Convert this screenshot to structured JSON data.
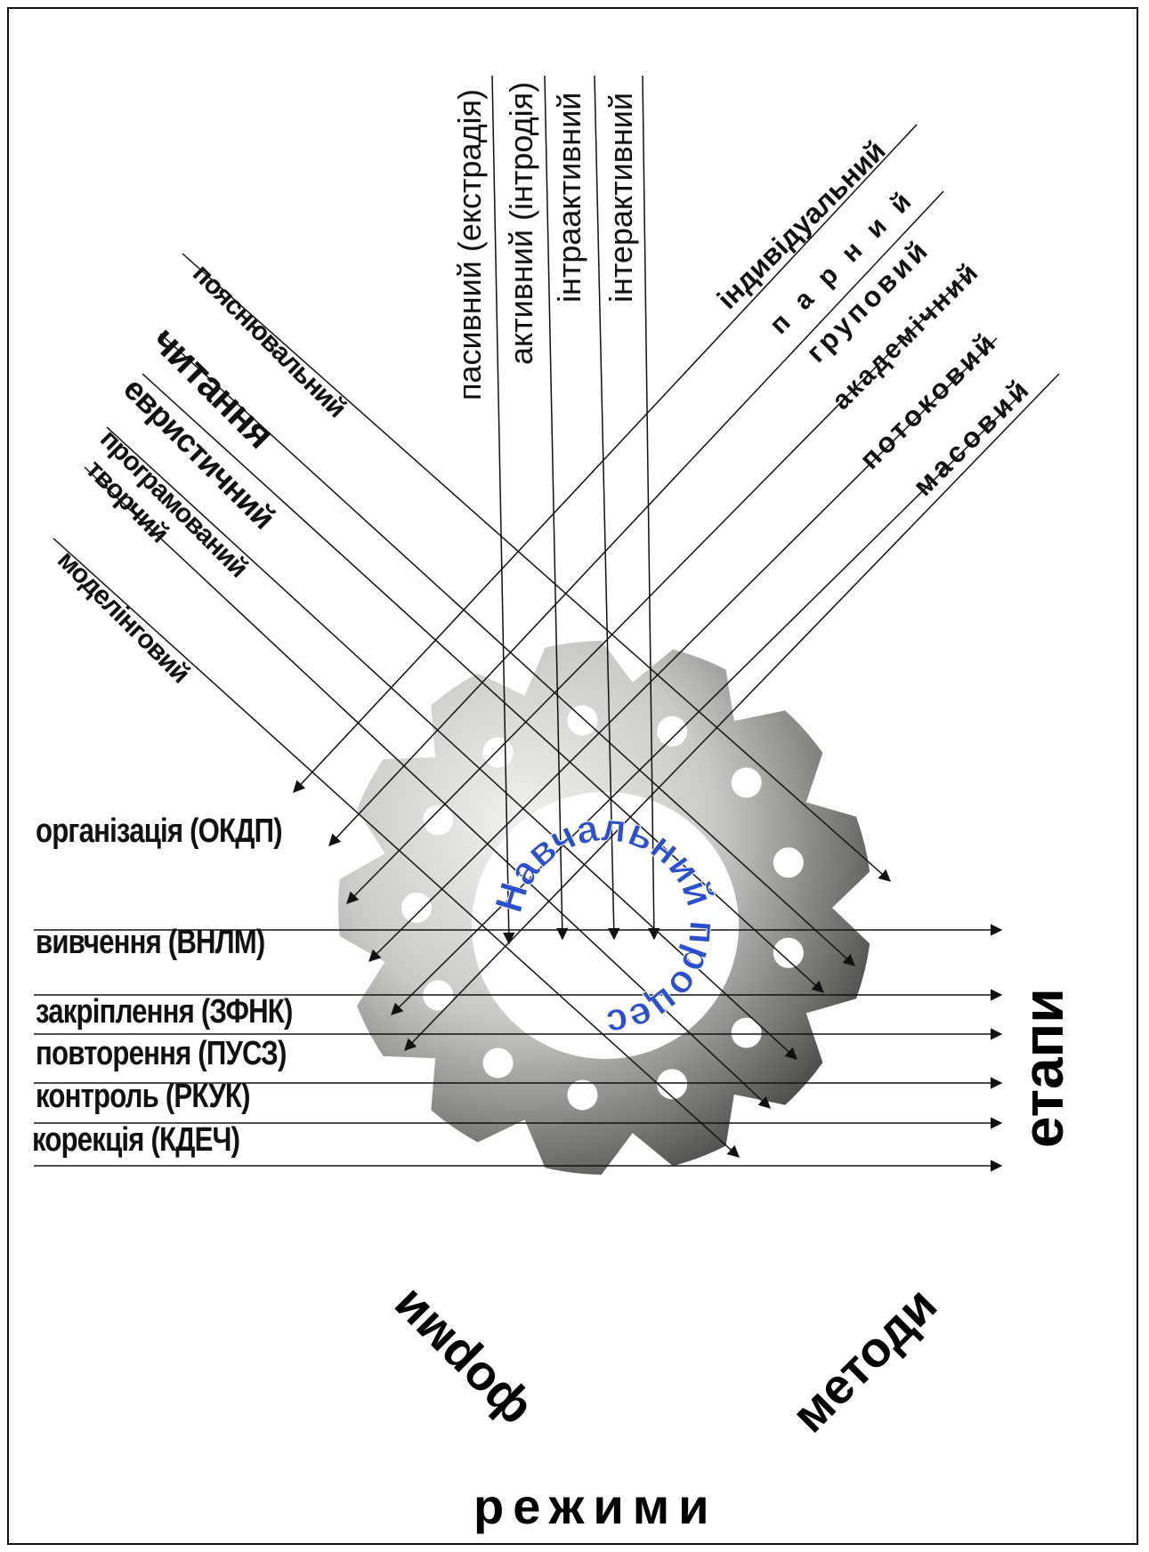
{
  "stages": {
    "title": "етапи",
    "items": [
      "організація (ОКДП)",
      "вивчення (ВНЛМ)",
      "закріплення (ЗФНК)",
      "повторення (ПУСЗ)",
      "контроль (РКУК)",
      "корекція (КДЕЧ)"
    ]
  },
  "methods": {
    "title": "методи",
    "items": [
      "пояснювальний",
      "читання",
      "евристичний",
      "програмований",
      "творчий",
      "моделінговий"
    ]
  },
  "modes": {
    "title": "режими",
    "items": [
      "пасивний (екстрадія)",
      "активний (інтродія)",
      "інтраактивний",
      "інтерактивний"
    ]
  },
  "forms": {
    "title": "форми",
    "items": [
      "індивідуальний",
      "п а р н и й",
      "груповий",
      "академічний",
      "потоковий",
      "масовий"
    ]
  },
  "center": {
    "text": "Навчальний процес",
    "color": "#2b4fd1"
  },
  "colors": {
    "line": "#111111",
    "gear_light": "#d8d8d4",
    "gear_dark": "#3a3a3a"
  }
}
